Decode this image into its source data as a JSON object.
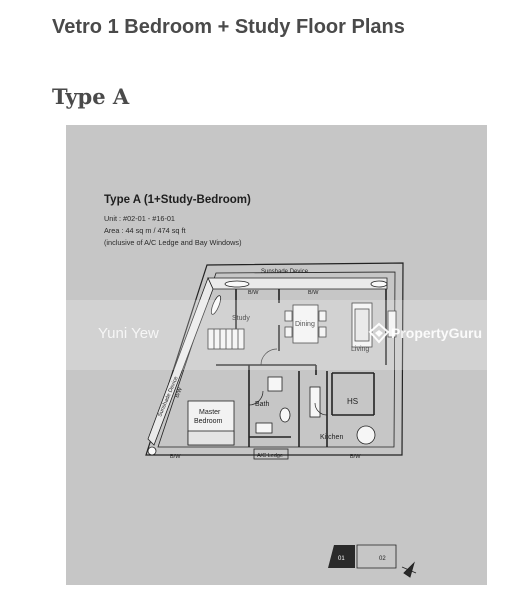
{
  "page": {
    "title": "Vetro 1 Bedroom + Study Floor Plans",
    "section_heading": "Type A"
  },
  "plan": {
    "title": "Type A (1+Study-Bedroom)",
    "unit": "Unit :  #02-01 - #16-01",
    "area": "Area :  44 sq m / 474 sq ft",
    "note": "(inclusive of A/C Ledge and Bay Windows)",
    "labels": {
      "sunshade_top": "Sunshade Device",
      "sunshade_side": "Sunshade Device",
      "bw_1": "B/W",
      "bw_2": "B/W",
      "bw_side": "B/W",
      "bw_bottom_left": "B/W",
      "bw_bottom_right": "B/W",
      "study": "Study",
      "dining": "Dining",
      "living": "Living",
      "master_bedroom_1": "Master",
      "master_bedroom_2": "Bedroom",
      "bath": "Bath",
      "hs": "HS",
      "kitchen": "Kitchen",
      "ac_ledge": "A/C Ledge"
    },
    "key_plan": {
      "unit_01": "01",
      "unit_02": "02"
    }
  },
  "watermark": {
    "author": "Yuni Yew",
    "brand": "PropertyGuru"
  }
}
